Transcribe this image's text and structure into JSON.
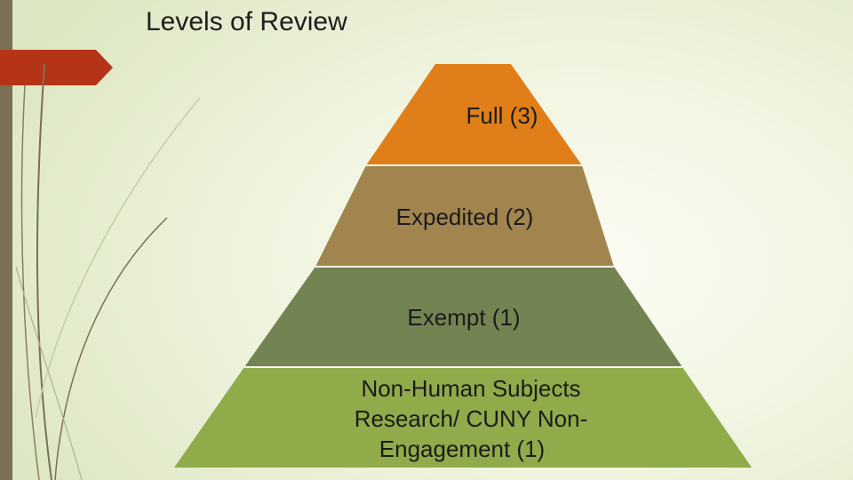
{
  "slide": {
    "title": "Levels of Review"
  },
  "pyramid": {
    "levels": [
      {
        "label": "Full (3)",
        "color": "#e07f1a"
      },
      {
        "label": "Expedited (2)",
        "color": "#a2844f"
      },
      {
        "label": "Exempt (1)",
        "color": "#728451"
      },
      {
        "label_lines": [
          "Non-Human Subjects",
          "Research/ CUNY Non-",
          "Engagement (1)"
        ],
        "color": "#90ab4a"
      }
    ]
  },
  "theme": {
    "left_bar": "#7b6f57",
    "accent": "#b53418"
  }
}
